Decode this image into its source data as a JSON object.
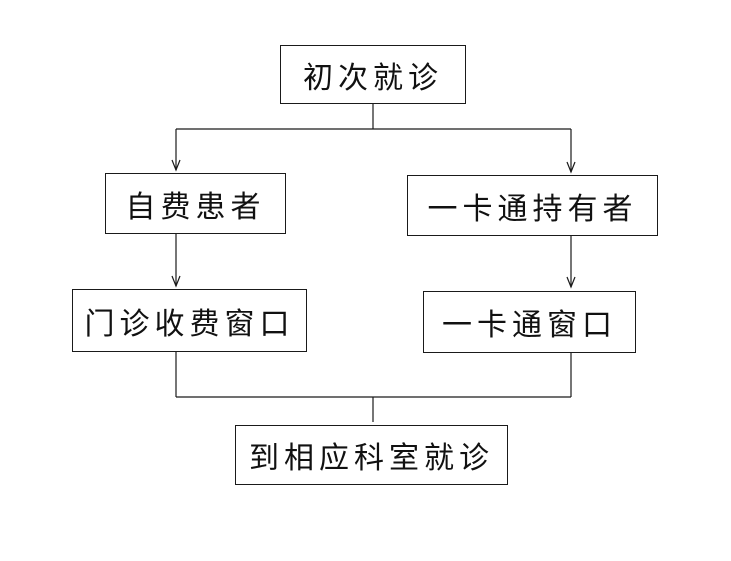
{
  "flowchart": {
    "start": {
      "label": "初次就诊"
    },
    "branch_left": {
      "category": {
        "label": "自费患者"
      },
      "window": {
        "label": "门诊收费窗口"
      }
    },
    "branch_right": {
      "category": {
        "label": "一卡通持有者"
      },
      "window": {
        "label": "一卡通窗口"
      }
    },
    "end": {
      "label": "到相应科室就诊"
    }
  },
  "colors": {
    "line": "#1a1a1a",
    "text": "#111111",
    "background": "#ffffff"
  }
}
